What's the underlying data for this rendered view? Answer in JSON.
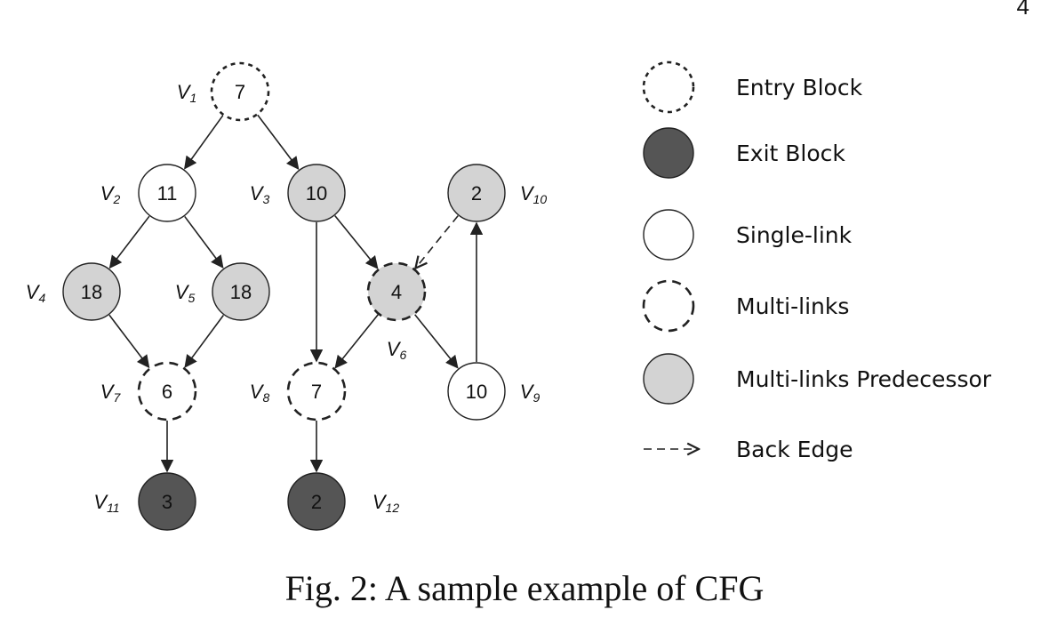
{
  "page_number": "4",
  "caption": "Fig. 2: A sample example of CFG",
  "colors": {
    "exit": "#555555",
    "single": "#ffffff",
    "predecessor": "#d3d3d3",
    "stroke": "#222222"
  },
  "nodes": [
    {
      "id": "V1",
      "label_base": "V",
      "label_sub": "1",
      "value": "7",
      "type": "entry"
    },
    {
      "id": "V2",
      "label_base": "V",
      "label_sub": "2",
      "value": "11",
      "type": "single"
    },
    {
      "id": "V3",
      "label_base": "V",
      "label_sub": "3",
      "value": "10",
      "type": "predecessor"
    },
    {
      "id": "V4",
      "label_base": "V",
      "label_sub": "4",
      "value": "18",
      "type": "predecessor"
    },
    {
      "id": "V5",
      "label_base": "V",
      "label_sub": "5",
      "value": "18",
      "type": "predecessor"
    },
    {
      "id": "V6",
      "label_base": "V",
      "label_sub": "6",
      "value": "4",
      "type": "multi-pred"
    },
    {
      "id": "V7",
      "label_base": "V",
      "label_sub": "7",
      "value": "6",
      "type": "multi"
    },
    {
      "id": "V8",
      "label_base": "V",
      "label_sub": "8",
      "value": "7",
      "type": "multi"
    },
    {
      "id": "V9",
      "label_base": "V",
      "label_sub": "9",
      "value": "10",
      "type": "single"
    },
    {
      "id": "V10",
      "label_base": "V",
      "label_sub": "10",
      "value": "2",
      "type": "predecessor"
    },
    {
      "id": "V11",
      "label_base": "V",
      "label_sub": "11",
      "value": "3",
      "type": "exit"
    },
    {
      "id": "V12",
      "label_base": "V",
      "label_sub": "12",
      "value": "2",
      "type": "exit"
    }
  ],
  "edges": [
    {
      "from": "V1",
      "to": "V2",
      "style": "solid"
    },
    {
      "from": "V1",
      "to": "V3",
      "style": "solid"
    },
    {
      "from": "V2",
      "to": "V4",
      "style": "solid"
    },
    {
      "from": "V2",
      "to": "V5",
      "style": "solid"
    },
    {
      "from": "V3",
      "to": "V8",
      "style": "solid"
    },
    {
      "from": "V3",
      "to": "V6",
      "style": "solid"
    },
    {
      "from": "V4",
      "to": "V7",
      "style": "solid"
    },
    {
      "from": "V5",
      "to": "V7",
      "style": "solid"
    },
    {
      "from": "V6",
      "to": "V8",
      "style": "solid"
    },
    {
      "from": "V6",
      "to": "V9",
      "style": "solid"
    },
    {
      "from": "V9",
      "to": "V10",
      "style": "solid"
    },
    {
      "from": "V10",
      "to": "V6",
      "style": "dashed"
    },
    {
      "from": "V7",
      "to": "V11",
      "style": "solid"
    },
    {
      "from": "V8",
      "to": "V12",
      "style": "solid"
    }
  ],
  "legend": [
    {
      "symbol": "entry",
      "text": "Entry Block"
    },
    {
      "symbol": "exit",
      "text": "Exit Block"
    },
    {
      "symbol": "single",
      "text": "Single-link"
    },
    {
      "symbol": "multi",
      "text": "Multi-links"
    },
    {
      "symbol": "predecessor",
      "text": "Multi-links Predecessor"
    },
    {
      "symbol": "back-edge",
      "text": "Back Edge"
    }
  ]
}
